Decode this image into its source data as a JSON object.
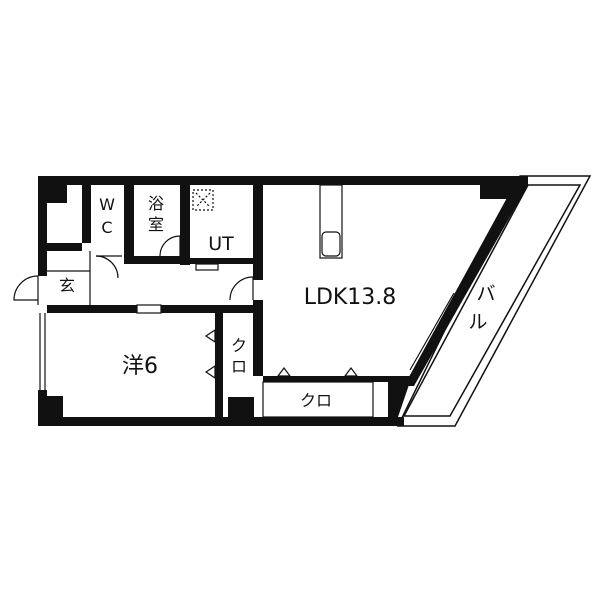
{
  "rooms": {
    "wc_line1": "W",
    "wc_line2": "C",
    "bath_line1": "浴",
    "bath_line2": "室",
    "ut": "UT",
    "entrance": "玄",
    "ldk": "LDK13.8",
    "western": "洋6",
    "closet_vertical_1": "ク",
    "closet_vertical_2": "ロ",
    "closet_bottom": "クロ",
    "balcony_1": "バ",
    "balcony_2": "ル"
  },
  "colors": {
    "wall": "#111111",
    "line": "#111111",
    "background": "#ffffff"
  }
}
